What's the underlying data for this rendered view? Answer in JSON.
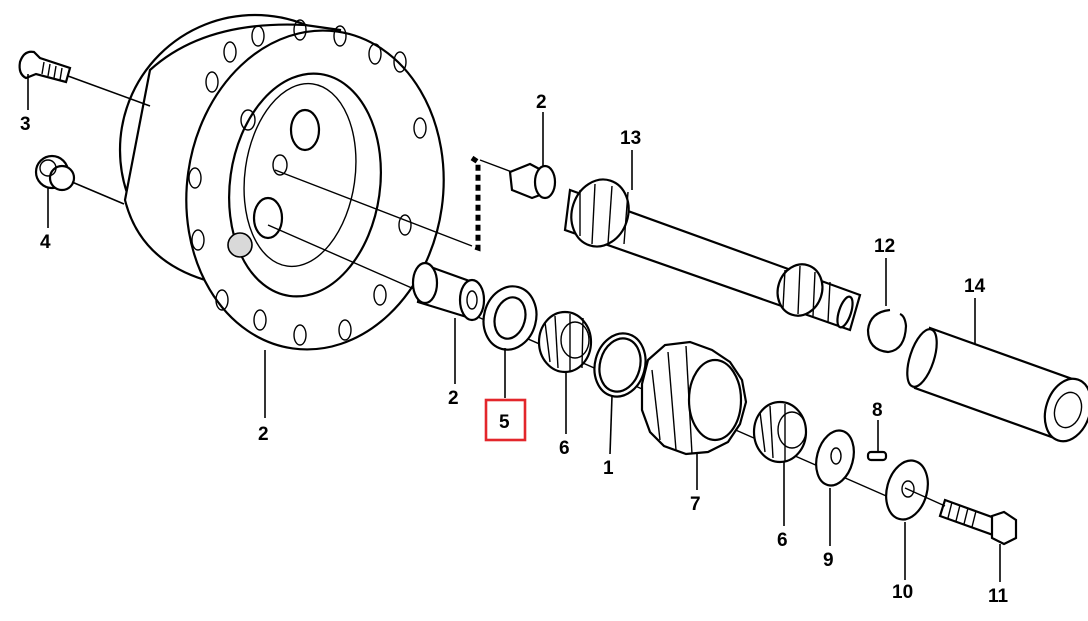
{
  "diagram": {
    "callouts": [
      {
        "id": "c3",
        "text": "3"
      },
      {
        "id": "c4",
        "text": "4"
      },
      {
        "id": "c2a",
        "text": "2"
      },
      {
        "id": "c2b",
        "text": "2"
      },
      {
        "id": "c2c",
        "text": "2"
      },
      {
        "id": "c5",
        "text": "5"
      },
      {
        "id": "c6a",
        "text": "6"
      },
      {
        "id": "c1",
        "text": "1"
      },
      {
        "id": "c7",
        "text": "7"
      },
      {
        "id": "c6b",
        "text": "6"
      },
      {
        "id": "c13",
        "text": "13"
      },
      {
        "id": "c12",
        "text": "12"
      },
      {
        "id": "c14",
        "text": "14"
      },
      {
        "id": "c8",
        "text": "8"
      },
      {
        "id": "c9",
        "text": "9"
      },
      {
        "id": "c10",
        "text": "10"
      },
      {
        "id": "c11",
        "text": "11"
      }
    ],
    "highlighted_part": "5",
    "highlight_color": "#e3262b"
  }
}
